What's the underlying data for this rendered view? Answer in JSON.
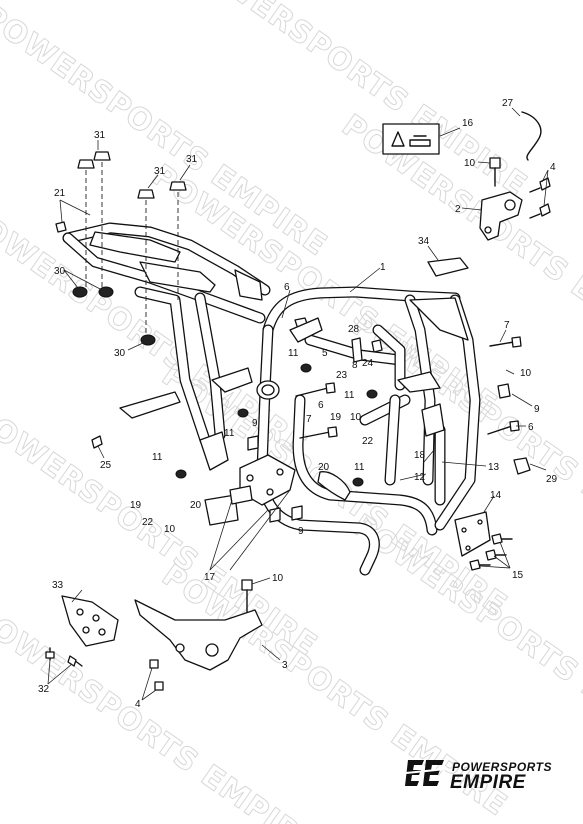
{
  "watermark": {
    "text": "POWERSPORTS EMPIRE"
  },
  "brand": {
    "line1": "POWERSPORTS",
    "line2": "EMPIRE",
    "logo_icon": "pe-logo-icon"
  },
  "callouts": [
    "1",
    "2",
    "3",
    "4",
    "4",
    "5",
    "6",
    "6",
    "6",
    "7",
    "7",
    "8",
    "9",
    "9",
    "9",
    "10",
    "10",
    "10",
    "10",
    "10",
    "11",
    "11",
    "11",
    "11",
    "11",
    "12",
    "13",
    "14",
    "15",
    "16",
    "17",
    "18",
    "19",
    "19",
    "20",
    "20",
    "21",
    "22",
    "22",
    "23",
    "24",
    "25",
    "27",
    "28",
    "29",
    "30",
    "30",
    "31",
    "31",
    "31",
    "32",
    "33",
    "34"
  ]
}
